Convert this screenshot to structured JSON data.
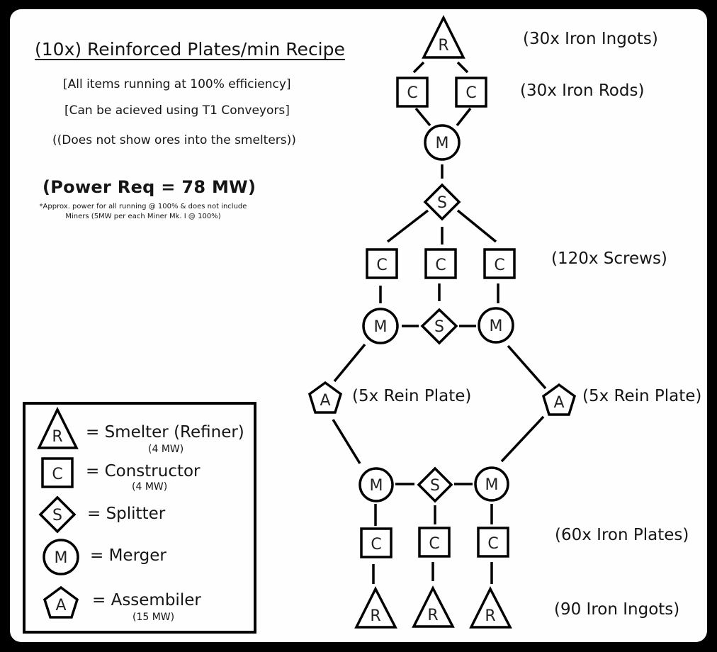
{
  "header": {
    "title": "(10x) Reinforced Plates/min Recipe",
    "notes": [
      "[All items running at 100% efficiency]",
      "[Can be acieved using T1 Conveyors]",
      "((Does not show ores into the smelters))"
    ],
    "power_req": "(Power Req = 78 MW)",
    "power_note": "*Approx. power for all running @ 100% & does not include Miners (5MW per each Miner Mk. I @ 100%)"
  },
  "symbols": {
    "smelter": "R",
    "constructor": "C",
    "splitter": "S",
    "merger": "M",
    "assembler": "A"
  },
  "stage_labels": {
    "top_ingots": "(30x Iron Ingots)",
    "rods": "(30x Iron Rods)",
    "screws": "(120x Screws)",
    "rein_plate_left": "(5x Rein Plate)",
    "rein_plate_right": "(5x Rein Plate)",
    "plates": "(60x Iron Plates)",
    "bottom_ingots": "(90 Iron Ingots)"
  },
  "legend": {
    "items": [
      {
        "symbol": "R",
        "label": "= Smelter (Refiner)",
        "power": "(4 MW)"
      },
      {
        "symbol": "C",
        "label": "= Constructor",
        "power": "(4 MW)"
      },
      {
        "symbol": "S",
        "label": "= Splitter",
        "power": ""
      },
      {
        "symbol": "M",
        "label": "= Merger",
        "power": ""
      },
      {
        "symbol": "A",
        "label": "= Assembiler",
        "power": "(15 MW)"
      }
    ]
  },
  "colors": {
    "background": "#000000",
    "panel": "#fefefe",
    "ink": "#111111"
  }
}
